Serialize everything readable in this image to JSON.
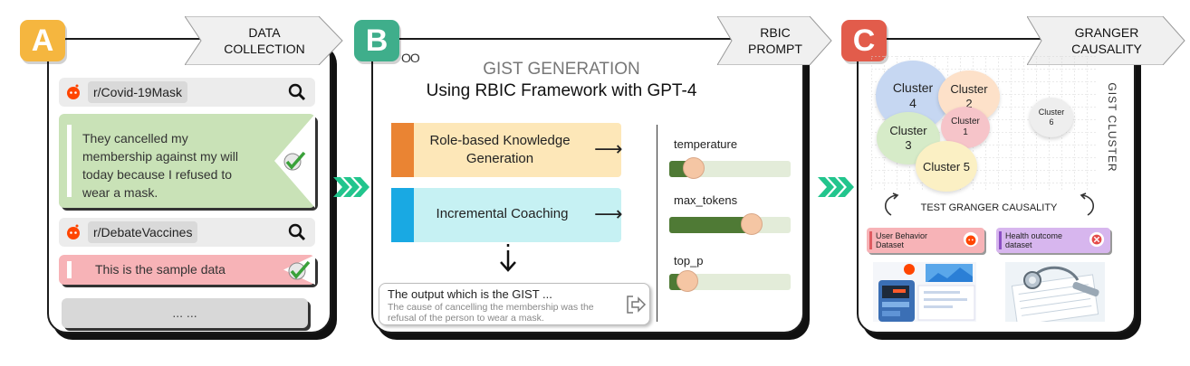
{
  "colors": {
    "panel_a_badge": "#f5b63f",
    "panel_b_badge": "#3fae8b",
    "panel_c_badge": "#e25c4b",
    "chevron": "#22c58d",
    "green_card": "#c9e2b7",
    "pink_card": "#f7b3b7",
    "role_box": "#fde7b8",
    "role_accent": "#ea8433",
    "coach_box": "#c6f1f3",
    "coach_accent": "#19a9e3",
    "reddit": "#ff4500"
  },
  "panel_a": {
    "badge": "A",
    "tag": "DATA COLLECTION",
    "subreddit1": "r/Covid-19Mask",
    "post1": "They cancelled my membership against my will today because I refused to wear a mask.",
    "subreddit2": "r/DebateVaccines",
    "post2": "This is the sample data",
    "more": "... ..."
  },
  "panel_b": {
    "badge": "B",
    "tag": "RBIC PROMPT",
    "circles": "OO",
    "title": "GIST GENERATION",
    "subtitle": "Using RBIC Framework with GPT-4",
    "box1": "Role-based Knowledge Generation",
    "box2": "Incremental Coaching",
    "output_title": "The output which is the GIST ...",
    "output_text": "The cause of cancelling the membership was the refusal of the person to wear a mask.",
    "params": [
      {
        "name": "temperature",
        "level": 0.2
      },
      {
        "name": "max_tokens",
        "level": 0.68
      },
      {
        "name": "top_p",
        "level": 0.15
      }
    ]
  },
  "panel_c": {
    "badge": "C",
    "tag": "GRANGER CAUSALITY",
    "side_label": "GIST CLUSTER",
    "clusters": [
      "Cluster 4",
      "Cluster 2",
      "Cluster 3",
      "Cluster 1",
      "Cluster 6",
      "Cluster 5"
    ],
    "test_label": "TEST GRANGER CAUSALITY",
    "dataset1": "User Behavior Dataset",
    "dataset2": "Health outcome dataset"
  }
}
